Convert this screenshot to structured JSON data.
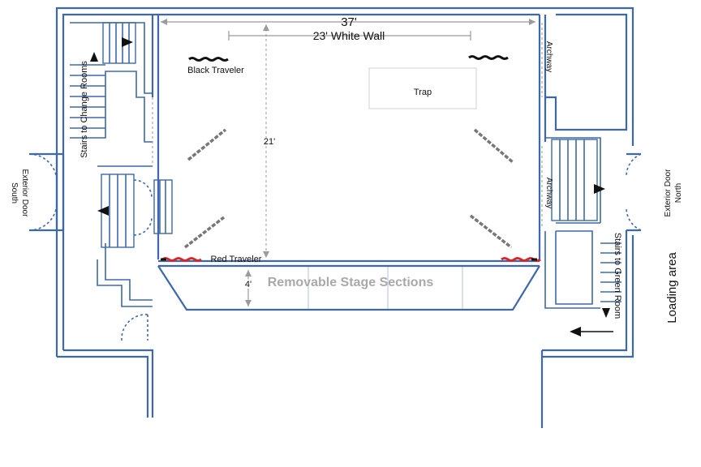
{
  "labels": {
    "width_dim": "37'",
    "white_wall": "23' White Wall",
    "black_traveler": "Black Traveler",
    "trap": "Trap",
    "depth_dim": "21'",
    "red_traveler": "Red Traveler",
    "apron_dim": "4'",
    "removable_sections": "Removable Stage Sections",
    "archway_top": "Archway",
    "archway_mid": "Archway",
    "stairs_change": "Stairs to Change Rooms",
    "stairs_green": "Stairs to Green Room",
    "exterior_south_1": "Exterior Door",
    "exterior_south_2": "South",
    "exterior_north_1": "Exterior Door",
    "exterior_north_2": "North",
    "loading": "Loading area"
  },
  "colors": {
    "wall": "#3d69a8",
    "dimension": "#9a9a9a",
    "red_traveler": "#d9262c",
    "black_traveler": "#111111"
  }
}
